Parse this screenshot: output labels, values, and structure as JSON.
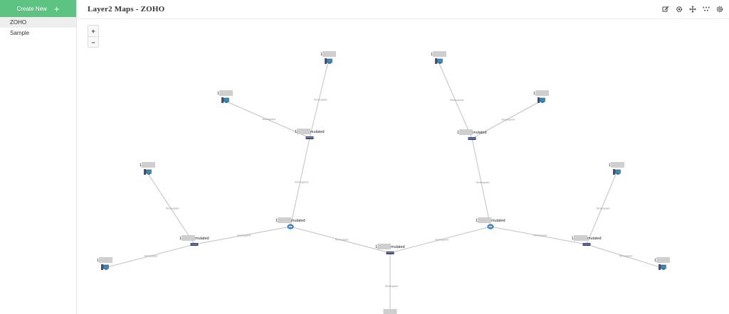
{
  "sidebar": {
    "create_label": "Create New",
    "create_icon": "+",
    "items": [
      {
        "label": "ZOHO",
        "active": true
      },
      {
        "label": "Sample",
        "active": false
      }
    ]
  },
  "header": {
    "title": "Layer2 Maps - ZOHO",
    "tools": [
      "edit-icon",
      "settings-gear-icon",
      "move-icon",
      "topology-icon",
      "gear-icon"
    ]
  },
  "zoom": {
    "in_label": "+",
    "out_label": "−"
  },
  "colors": {
    "accent": "#5cc383",
    "edge": "#c2c2c2",
    "switch": "#35406e",
    "router": "#3f8edb"
  },
  "map": {
    "edge_label": "fixmeupwrd",
    "nodes": [
      {
        "id": "root",
        "label_prefix": "1",
        "label_suffix": "mulated"
      },
      {
        "id": "r1",
        "label_prefix": "1",
        "label_suffix": "mulated"
      },
      {
        "id": "r2",
        "label_prefix": "1",
        "label_suffix": "mulated"
      },
      {
        "id": "s1",
        "label_prefix": "1",
        "label_suffix": "mulated"
      },
      {
        "id": "s2",
        "label_prefix": "1",
        "label_suffix": "mulated"
      },
      {
        "id": "s3",
        "label_prefix": "1",
        "label_suffix": "mulated"
      },
      {
        "id": "s4",
        "label_prefix": "1",
        "label_suffix": "mulated"
      },
      {
        "id": "h1",
        "label_prefix": "1",
        "label_suffix": ""
      },
      {
        "id": "h2",
        "label_prefix": "1",
        "label_suffix": ""
      },
      {
        "id": "h3",
        "label_prefix": "1",
        "label_suffix": ""
      },
      {
        "id": "h4",
        "label_prefix": "1",
        "label_suffix": ""
      },
      {
        "id": "h5",
        "label_prefix": "1",
        "label_suffix": ""
      },
      {
        "id": "h6",
        "label_prefix": "1",
        "label_suffix": ""
      },
      {
        "id": "h7",
        "label_prefix": "1",
        "label_suffix": ""
      },
      {
        "id": "h8",
        "label_prefix": "1",
        "label_suffix": ""
      },
      {
        "id": "h9",
        "label_prefix": "",
        "label_suffix": ""
      }
    ]
  }
}
